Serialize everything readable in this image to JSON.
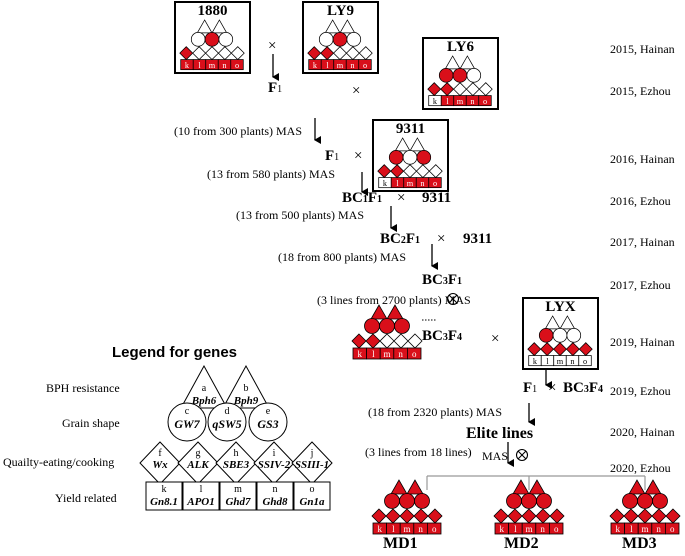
{
  "parents": {
    "p1880": "1880",
    "ly9": "LY9",
    "ly6": "LY6",
    "r9311": "9311",
    "lyx": "LYX"
  },
  "crosses": {
    "f1_a": "F1",
    "f1_b": "F1",
    "bc1f1": "BC1F1",
    "bc2f1": "BC2F1",
    "bc3f1": "BC3F1",
    "bc3f4": "BC3F4",
    "f1_c": "F1",
    "bc3f4_b": "BC3F4",
    "elite": "Elite lines",
    "r9311_a": "9311",
    "r9311_b": "9311"
  },
  "selection": {
    "s1": "(10 from 300 plants) MAS",
    "s2": "(13 from 580 plants) MAS",
    "s3": "(13 from 500 plants) MAS",
    "s4": "(18 from 800 plants) MAS",
    "s5": "(3 lines from 2700 plants) MAS",
    "s6": "(18 from 2320 plants) MAS",
    "s7": "(3 lines from 18 lines)",
    "s7b": "MAS"
  },
  "years": [
    "2015, Hainan",
    "2015, Ezhou",
    "2016, Hainan",
    "2016, Ezhou",
    "2017, Hainan",
    "2017, Ezhou",
    "2019, Hainan",
    "2019, Ezhou",
    "2020, Hainan",
    "2020, Ezhou"
  ],
  "legend": {
    "title": "Legend for genes",
    "rows": [
      "BPH resistance",
      "Grain shape",
      "Quailty-eating/cooking",
      "Yield related"
    ],
    "genes": [
      {
        "letter": "a",
        "name": "Bph6"
      },
      {
        "letter": "b",
        "name": "Bph9"
      },
      {
        "letter": "c",
        "name": "GW7"
      },
      {
        "letter": "d",
        "name": "qSW5"
      },
      {
        "letter": "e",
        "name": "GS3"
      },
      {
        "letter": "f",
        "name": "Wx"
      },
      {
        "letter": "g",
        "name": "ALK"
      },
      {
        "letter": "h",
        "name": "SBE3"
      },
      {
        "letter": "i",
        "name": "SSIV-2"
      },
      {
        "letter": "j",
        "name": "SSIII-1"
      },
      {
        "letter": "k",
        "name": "Gn8.1"
      },
      {
        "letter": "l",
        "name": "APO1"
      },
      {
        "letter": "m",
        "name": "Ghd7"
      },
      {
        "letter": "n",
        "name": "Ghd8"
      },
      {
        "letter": "o",
        "name": "Gn1a"
      }
    ]
  },
  "products": [
    "MD1",
    "MD2",
    "MD3"
  ],
  "symbols": {
    "cross": "×",
    "selfing": "⊗"
  },
  "colors": {
    "favorable": "#d90f1a",
    "unfavorable": "#ffffff",
    "line": "#000000",
    "branch": "#999999"
  }
}
